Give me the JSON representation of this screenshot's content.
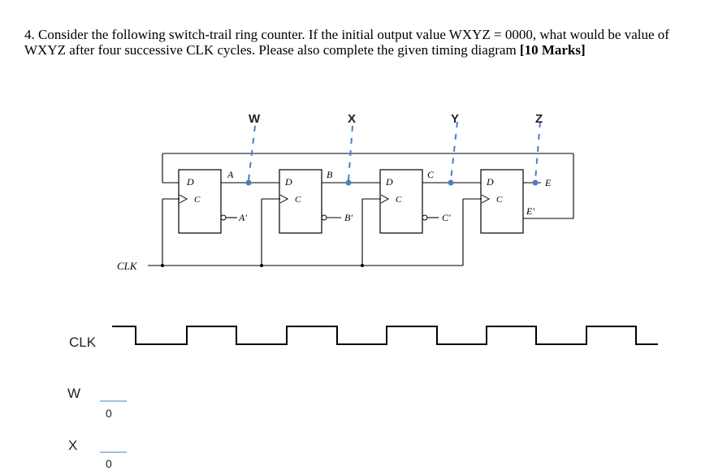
{
  "question": {
    "text": "4. Consider the following switch-trail ring counter. If the initial output value WXYZ = 0000, what would be value of WXYZ after four successive CLK cycles.  Please also complete the given timing diagram",
    "marks": "[10 Marks]"
  },
  "circuit": {
    "probe_labels": [
      "W",
      "X",
      "Y",
      "Z"
    ],
    "flipflops": [
      {
        "d": "D",
        "c": "C",
        "q": "A",
        "qbar": "A'"
      },
      {
        "d": "D",
        "c": "C",
        "q": "B",
        "qbar": "B'"
      },
      {
        "d": "D",
        "c": "C",
        "q": "C",
        "qbar": "C'"
      },
      {
        "d": "D",
        "c": "C",
        "q": "E",
        "qbar": "E'"
      }
    ],
    "clk_label": "CLK",
    "probe_color": "#4a7fc1"
  },
  "timing": {
    "rows": [
      {
        "label": "CLK"
      },
      {
        "label": "W",
        "initial": "0"
      },
      {
        "label": "X",
        "initial": "0"
      }
    ]
  }
}
